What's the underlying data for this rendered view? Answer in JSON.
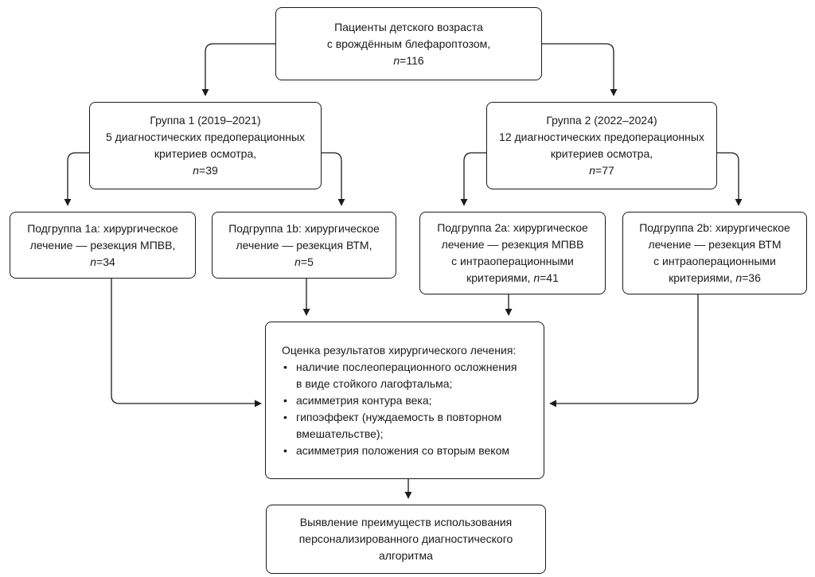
{
  "top": {
    "lines": [
      "Пациенты детского возраста",
      "с врождённым блефароптозом,"
    ],
    "n_label": "n",
    "n_value": "=116"
  },
  "group1": {
    "lines": [
      "Группа 1 (2019–2021)",
      "5 диагностических предоперационных",
      "критериев осмотра,"
    ],
    "n_label": "n",
    "n_value": "=39"
  },
  "group2": {
    "lines": [
      "Группа 2 (2022–2024)",
      "12 диагностических предоперационных",
      "критериев осмотра,"
    ],
    "n_label": "n",
    "n_value": "=77"
  },
  "sub1a": {
    "lines": [
      "Подгруппа 1a: хирургическое",
      "лечение — резекция МПВВ,"
    ],
    "n_prefix": "",
    "n_label": "n",
    "n_value": "=34"
  },
  "sub1b": {
    "lines": [
      "Подгруппа 1b: хирургическое",
      "лечение — резекция ВТМ,"
    ],
    "n_prefix": "",
    "n_label": "n",
    "n_value": "=5"
  },
  "sub2a": {
    "lines": [
      "Подгруппа 2a: хирургическое",
      "лечение — резекция МПВВ",
      "с интраоперационными"
    ],
    "n_prefix": "критериями, ",
    "n_label": "n",
    "n_value": "=41"
  },
  "sub2b": {
    "lines": [
      "Подгруппа 2b: хирургическое",
      "лечение — резекция ВТМ",
      "с интраоперационными"
    ],
    "n_prefix": "критериями, ",
    "n_label": "n",
    "n_value": "=36"
  },
  "evaluation": {
    "heading": "Оценка результатов хирургического лечения:",
    "items": [
      [
        "наличие послеоперационного осложнения",
        "в виде стойкого лагофтальма;"
      ],
      [
        "асимметрия контура века;"
      ],
      [
        "гипоэффект (нуждаемость в повторном",
        "вмешательстве);"
      ],
      [
        "асимметрия положения со вторым веком"
      ]
    ]
  },
  "conclusion": {
    "lines": [
      "Выявление преимуществ использования",
      "персонализированного диагностического",
      "алгоритма"
    ]
  },
  "colors": {
    "line": "#1a1a1a",
    "box_border": "#1a1a1a",
    "background": "#ffffff",
    "text": "#1a1a1a"
  }
}
